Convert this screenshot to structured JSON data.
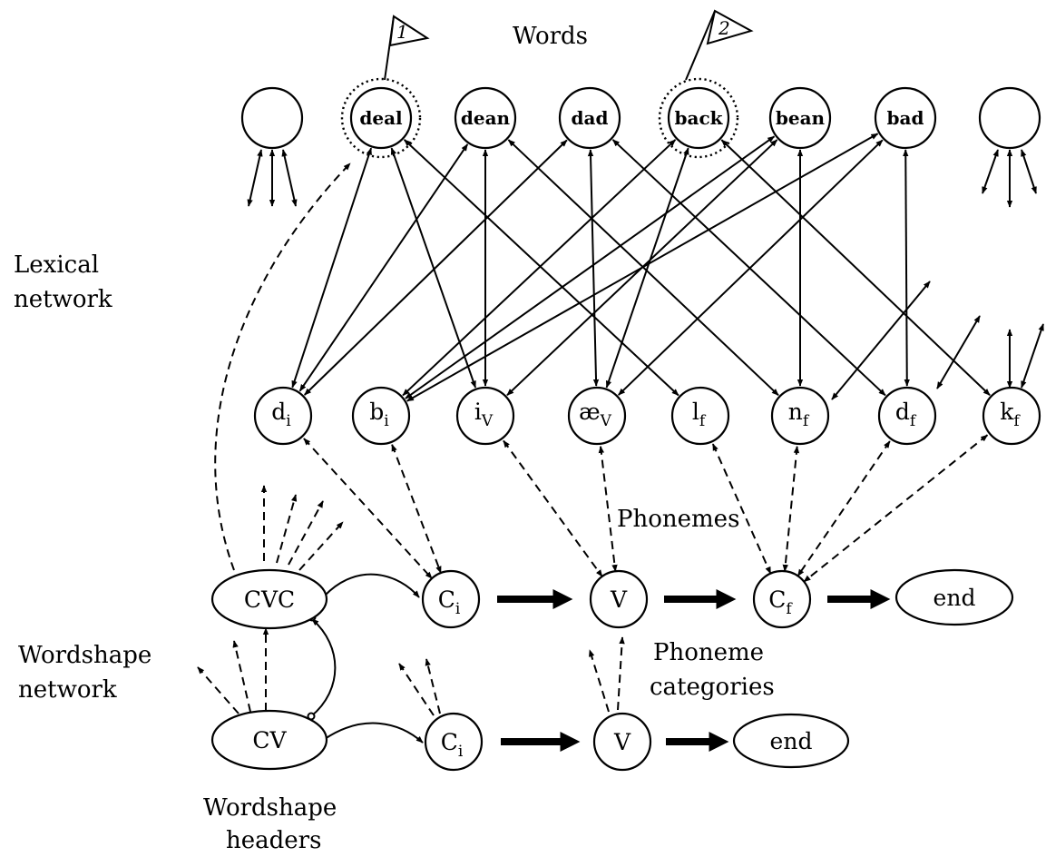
{
  "labels": {
    "words": "Words",
    "lexical_network": [
      "Lexical",
      "network"
    ],
    "phonemes": "Phonemes",
    "wordshape_network": [
      "Wordshape",
      "network"
    ],
    "phoneme_categories": [
      "Phoneme",
      "categories"
    ],
    "wordshape_headers": [
      "Wordshape",
      "headers"
    ]
  },
  "flags": [
    "1",
    "2"
  ],
  "words": [
    {
      "id": "empty-left",
      "text": ""
    },
    {
      "id": "deal",
      "text": "deal"
    },
    {
      "id": "dean",
      "text": "dean"
    },
    {
      "id": "dad",
      "text": "dad"
    },
    {
      "id": "back",
      "text": "back"
    },
    {
      "id": "bean",
      "text": "bean"
    },
    {
      "id": "bad",
      "text": "bad"
    },
    {
      "id": "empty-right",
      "text": ""
    }
  ],
  "phonemes": [
    {
      "id": "d_i",
      "base": "d",
      "sub": "i"
    },
    {
      "id": "b_i",
      "base": "b",
      "sub": "i"
    },
    {
      "id": "i_v",
      "base": "i",
      "sub": "V"
    },
    {
      "id": "ae_v",
      "base": "æ",
      "sub": "V"
    },
    {
      "id": "l_f",
      "base": "l",
      "sub": "f"
    },
    {
      "id": "n_f",
      "base": "n",
      "sub": "f"
    },
    {
      "id": "d_f",
      "base": "d",
      "sub": "f"
    },
    {
      "id": "k_f",
      "base": "k",
      "sub": "f"
    }
  ],
  "wordshape": {
    "cvc_header": "CVC",
    "cv_header": "CV",
    "cvc_chain": [
      {
        "base": "C",
        "sub": "i"
      },
      {
        "base": "V",
        "sub": ""
      },
      {
        "base": "C",
        "sub": "f"
      }
    ],
    "cvc_end": "end",
    "cv_chain": [
      {
        "base": "C",
        "sub": "i"
      },
      {
        "base": "V",
        "sub": ""
      }
    ],
    "cv_end": "end"
  },
  "connections": [
    [
      "deal",
      "d_i"
    ],
    [
      "deal",
      "i_v"
    ],
    [
      "deal",
      "l_f"
    ],
    [
      "dean",
      "d_i"
    ],
    [
      "dean",
      "i_v"
    ],
    [
      "dean",
      "n_f"
    ],
    [
      "dad",
      "d_i"
    ],
    [
      "dad",
      "ae_v"
    ],
    [
      "dad",
      "d_f"
    ],
    [
      "back",
      "b_i"
    ],
    [
      "back",
      "ae_v"
    ],
    [
      "back",
      "k_f"
    ],
    [
      "bean",
      "b_i"
    ],
    [
      "bean",
      "i_v"
    ],
    [
      "bean",
      "n_f"
    ],
    [
      "bad",
      "b_i"
    ],
    [
      "bad",
      "ae_v"
    ],
    [
      "bad",
      "d_f"
    ]
  ]
}
